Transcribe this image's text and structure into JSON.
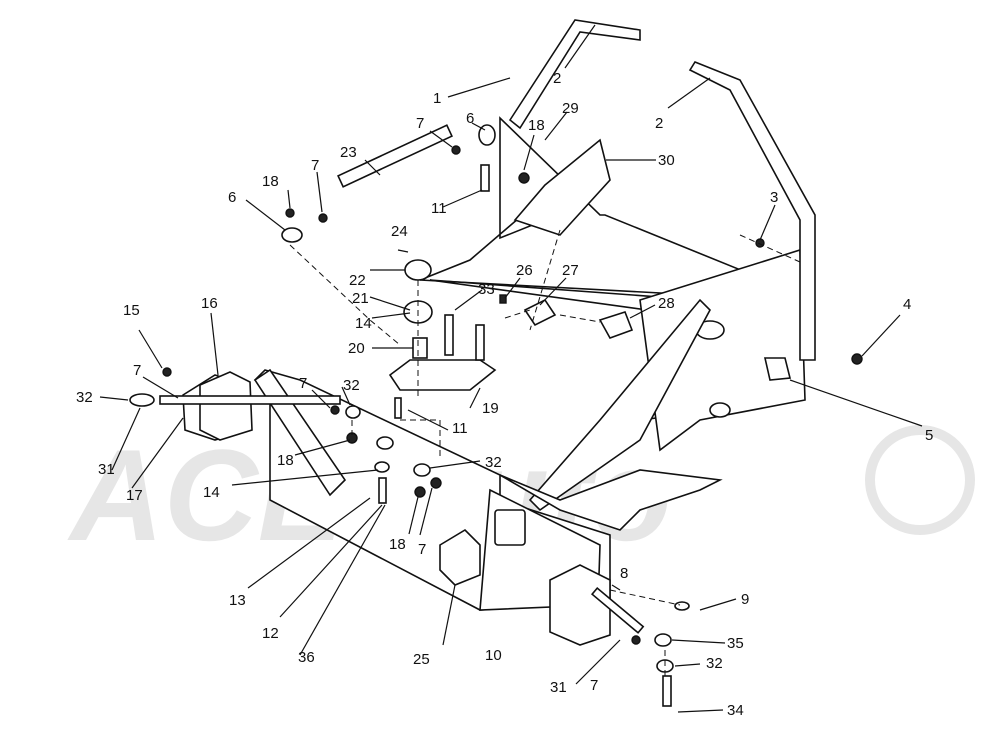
{
  "watermark": "ACE Auto",
  "callouts": [
    "1",
    "2",
    "2",
    "3",
    "4",
    "5",
    "6",
    "6",
    "7",
    "7",
    "7",
    "7",
    "7",
    "7",
    "8",
    "9",
    "10",
    "11",
    "11",
    "12",
    "13",
    "14",
    "14",
    "15",
    "16",
    "17",
    "18",
    "18",
    "18",
    "18",
    "19",
    "20",
    "21",
    "22",
    "23",
    "24",
    "25",
    "26",
    "27",
    "28",
    "29",
    "30",
    "31",
    "31",
    "32",
    "32",
    "32",
    "32",
    "33",
    "34",
    "35",
    "36"
  ]
}
